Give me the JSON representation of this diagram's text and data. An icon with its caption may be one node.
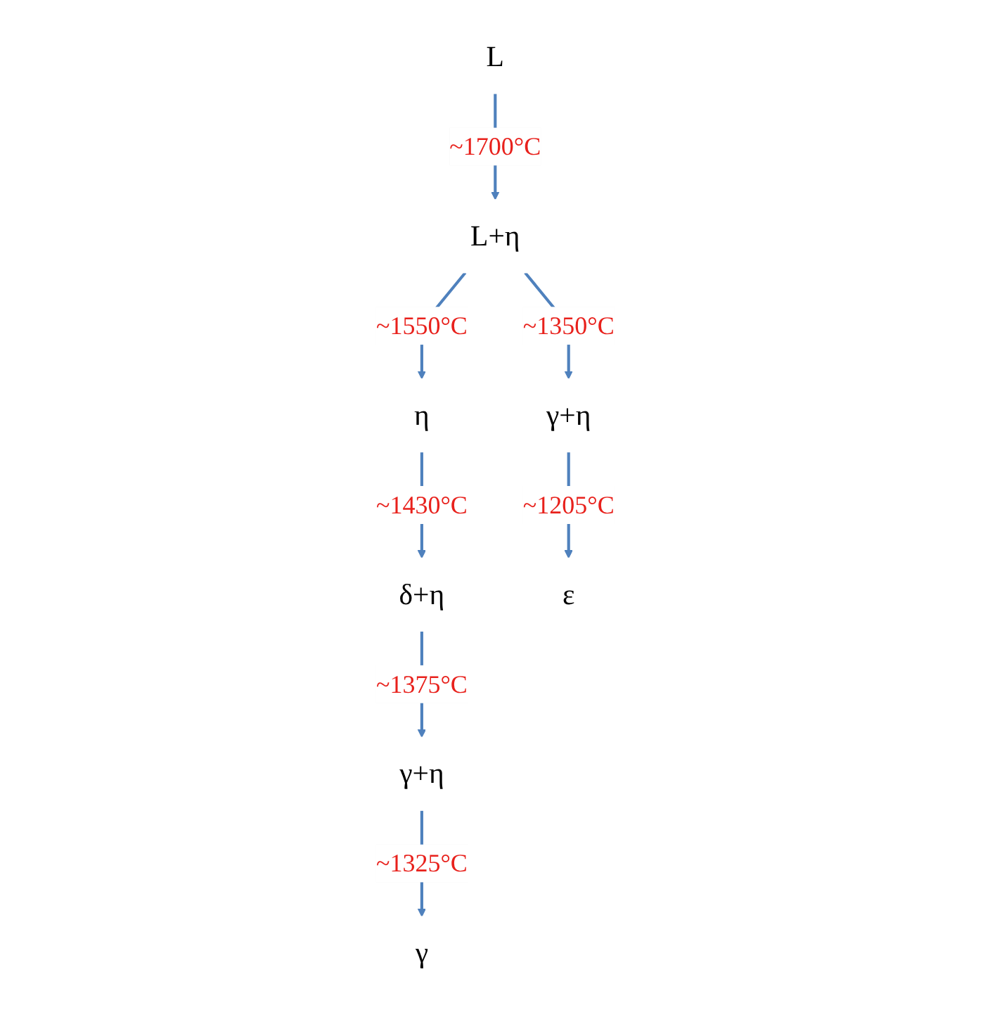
{
  "diagram": {
    "nodes": [
      {
        "text": [
          "L"
        ]
      },
      {
        "text": [
          "L+η"
        ]
      },
      {
        "text": [
          "η"
        ]
      },
      {
        "text": [
          "δ+η"
        ]
      },
      {
        "text": [
          "γ+η"
        ]
      },
      {
        "text": [
          "γ"
        ]
      },
      {
        "text": [
          "γ+η"
        ]
      },
      {
        "text": [
          "ε"
        ]
      }
    ],
    "edges": [
      {
        "from": 0,
        "to": 1,
        "arrow": "to",
        "label": "~1700°C"
      },
      {
        "from": 1,
        "to": 2,
        "arrow": "to",
        "label": "~1550°C"
      },
      {
        "from": 2,
        "to": 3,
        "arrow": "to",
        "label": "~1430°C"
      },
      {
        "from": 3,
        "to": 4,
        "arrow": "to",
        "label": "~1375°C"
      },
      {
        "from": 4,
        "to": 5,
        "arrow": "to",
        "label": "~1325°C"
      },
      {
        "from": 1,
        "to": 6,
        "arrow": "to",
        "label": "~1350°C"
      },
      {
        "from": 6,
        "to": 7,
        "arrow": "to",
        "label": "~1205°C"
      }
    ]
  }
}
